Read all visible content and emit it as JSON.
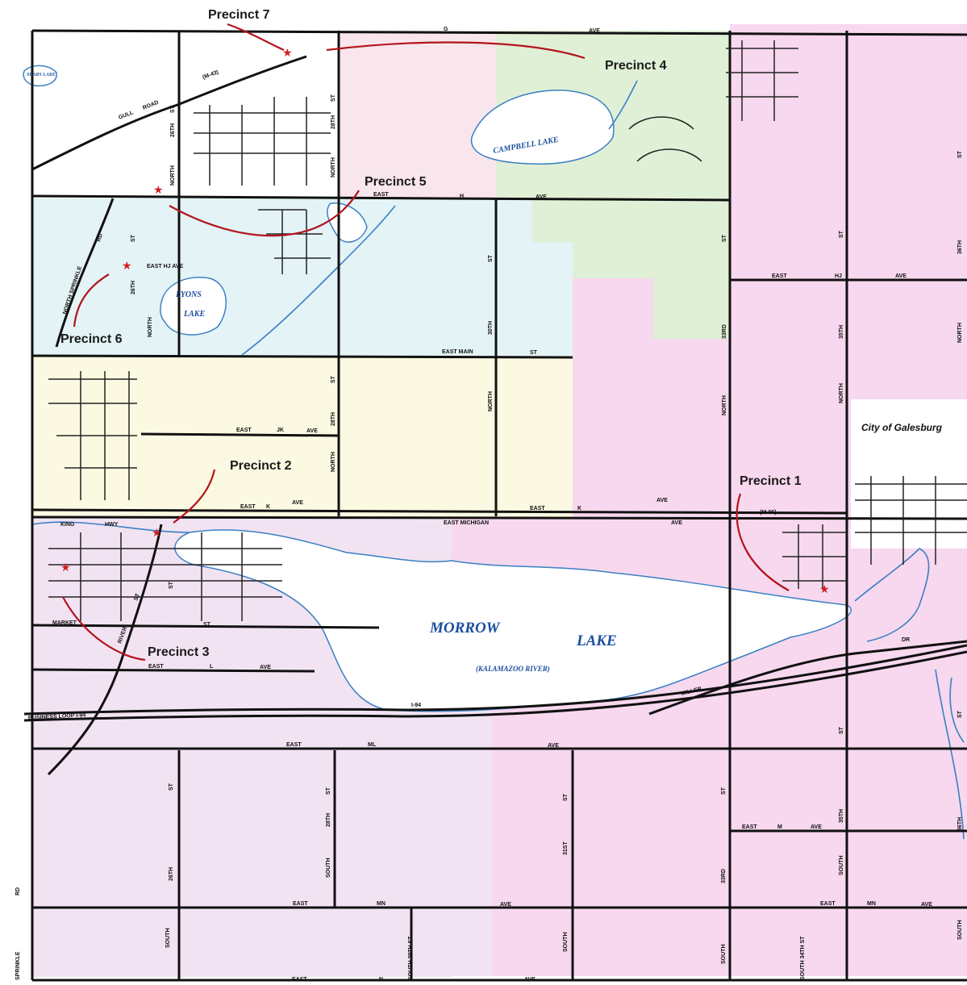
{
  "colors": {
    "precinct_1": "#f7d8ee",
    "precinct_2": "#fbf9e1",
    "precinct_3": "#f2e3f2",
    "precinct_4": "#dff0d6",
    "precinct_5": "#e3f3f6",
    "precinct_6": "#e3f3f6",
    "precinct_7": "#f8e6ec",
    "water_outline": "#3a7fc4",
    "arrow": "#b3141c",
    "star": "#d21f1f"
  },
  "precincts": {
    "p1": "Precinct 1",
    "p2": "Precinct 2",
    "p3": "Precinct 3",
    "p4": "Precinct 4",
    "p5": "Precinct 5",
    "p6": "Precinct 6",
    "p7": "Precinct 7"
  },
  "lakes": {
    "morrow_1": "MORROW",
    "morrow_2": "LAKE",
    "morrow_sub": "(KALAMAZOO RIVER)",
    "campbell": "CAMPBELL LAKE",
    "lyons_1": "LYONS",
    "lyons_2": "LAKE",
    "sears": "SEARS LAKE"
  },
  "city": "City of Galesburg",
  "roads": {
    "g_ave_g": "G",
    "g_ave_ave": "AVE",
    "h_east": "EAST",
    "h_h": "H",
    "h_ave": "AVE",
    "hj_east": "EAST HJ AVE",
    "hj_east2": "EAST",
    "hj_hj": "HJ",
    "hj_ave": "AVE",
    "main": "EAST MAIN",
    "main_st": "ST",
    "jk_east": "EAST",
    "jk_jk": "JK",
    "jk_ave": "AVE",
    "k_east": "EAST",
    "k_k": "K",
    "k_ave": "AVE",
    "k_east2": "EAST",
    "k_k2": "K",
    "k_ave2": "AVE",
    "king": "KING",
    "hwy": "HWY",
    "michigan": "EAST MICHIGAN",
    "michigan_ave": "AVE",
    "m96": "(M-96)",
    "market": "MARKET",
    "market_st": "ST",
    "l_east": "EAST",
    "l_l": "L",
    "l_ave": "AVE",
    "i94": "I-94",
    "bus_loop": "BUSINESS LOOP I-94",
    "ml_east": "EAST",
    "ml_ml": "ML",
    "ml_ave": "AVE",
    "m_east": "EAST",
    "m_m": "M",
    "m_ave": "AVE",
    "mn_east": "EAST",
    "mn_mn": "MN",
    "mn_ave": "AVE",
    "mn_east2": "EAST",
    "mn_mn2": "MN",
    "mn_ave2": "AVE",
    "n_east": "EAST",
    "n_n": "N",
    "n_ave": "AVE",
    "miller": "MILLER",
    "dr": "DR",
    "gull": "GULL",
    "road": "ROAD",
    "m43": "(M-43)",
    "north_sprinkle": "NORTH SPRINKLE",
    "rd": "RD",
    "sprinkle": "SPRINKLE",
    "rd_s": "RD",
    "river": "RIVER",
    "st_river": "ST",
    "n26": "NORTH",
    "n26_26": "26TH",
    "n26_st": "ST",
    "n26b": "26TH",
    "n26b_st": "ST",
    "n26b_n": "NORTH",
    "n28": "NORTH",
    "n28_28": "28TH",
    "n28_st": "ST",
    "n28b": "NORTH",
    "n28b_28": "28TH",
    "n28b_st": "ST",
    "n30": "30TH",
    "n30_st": "ST",
    "n30_n": "NORTH",
    "n33": "33RD",
    "n33_st": "ST",
    "n33_n": "NORTH",
    "n35": "35TH",
    "n35_st": "ST",
    "n35_n": "NORTH",
    "n36": "36TH",
    "n36_st": "ST",
    "n36_n": "NORTH",
    "s26": "26TH",
    "s26_st": "ST",
    "s26_s": "SOUTH",
    "s28": "28TH",
    "s28_st": "ST",
    "s28_s": "SOUTH",
    "s29": "SOUTH 29TH ST",
    "s31": "31ST",
    "s31_st": "ST",
    "s31_s": "SOUTH",
    "s33": "33RD",
    "s33_st": "ST",
    "s33_s": "SOUTH",
    "s34": "SOUTH 34TH ST",
    "s35": "35TH",
    "s35_st": "ST",
    "s35_s": "SOUTH",
    "s36": "36TH",
    "s36_st": "ST",
    "s36_s": "SOUTH",
    "s37_st": "ST"
  }
}
